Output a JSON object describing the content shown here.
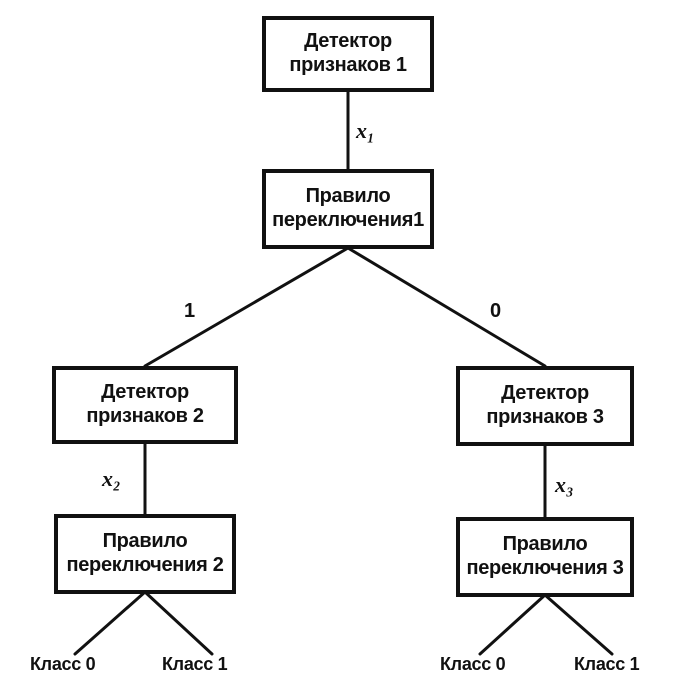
{
  "nodes": {
    "detector1": {
      "line1": "Детектор",
      "line2": "признаков 1"
    },
    "rule1": {
      "line1": "Правило",
      "line2": "переключения1"
    },
    "detector2": {
      "line1": "Детектор",
      "line2": "признаков 2"
    },
    "detector3": {
      "line1": "Детектор",
      "line2": "признаков 3"
    },
    "rule2": {
      "line1": "Правило",
      "line2": "переключения 2"
    },
    "rule3": {
      "line1": "Правило",
      "line2": "переключения 3"
    }
  },
  "edges": {
    "x1": "x₁",
    "x2": "x₂",
    "x3": "x₃",
    "branch_left": "1",
    "branch_right": "0"
  },
  "leaves": {
    "rule2_left": "Класс 0",
    "rule2_right": "Класс 1",
    "rule3_left": "Класс 0",
    "rule3_right": "Класс 1"
  }
}
